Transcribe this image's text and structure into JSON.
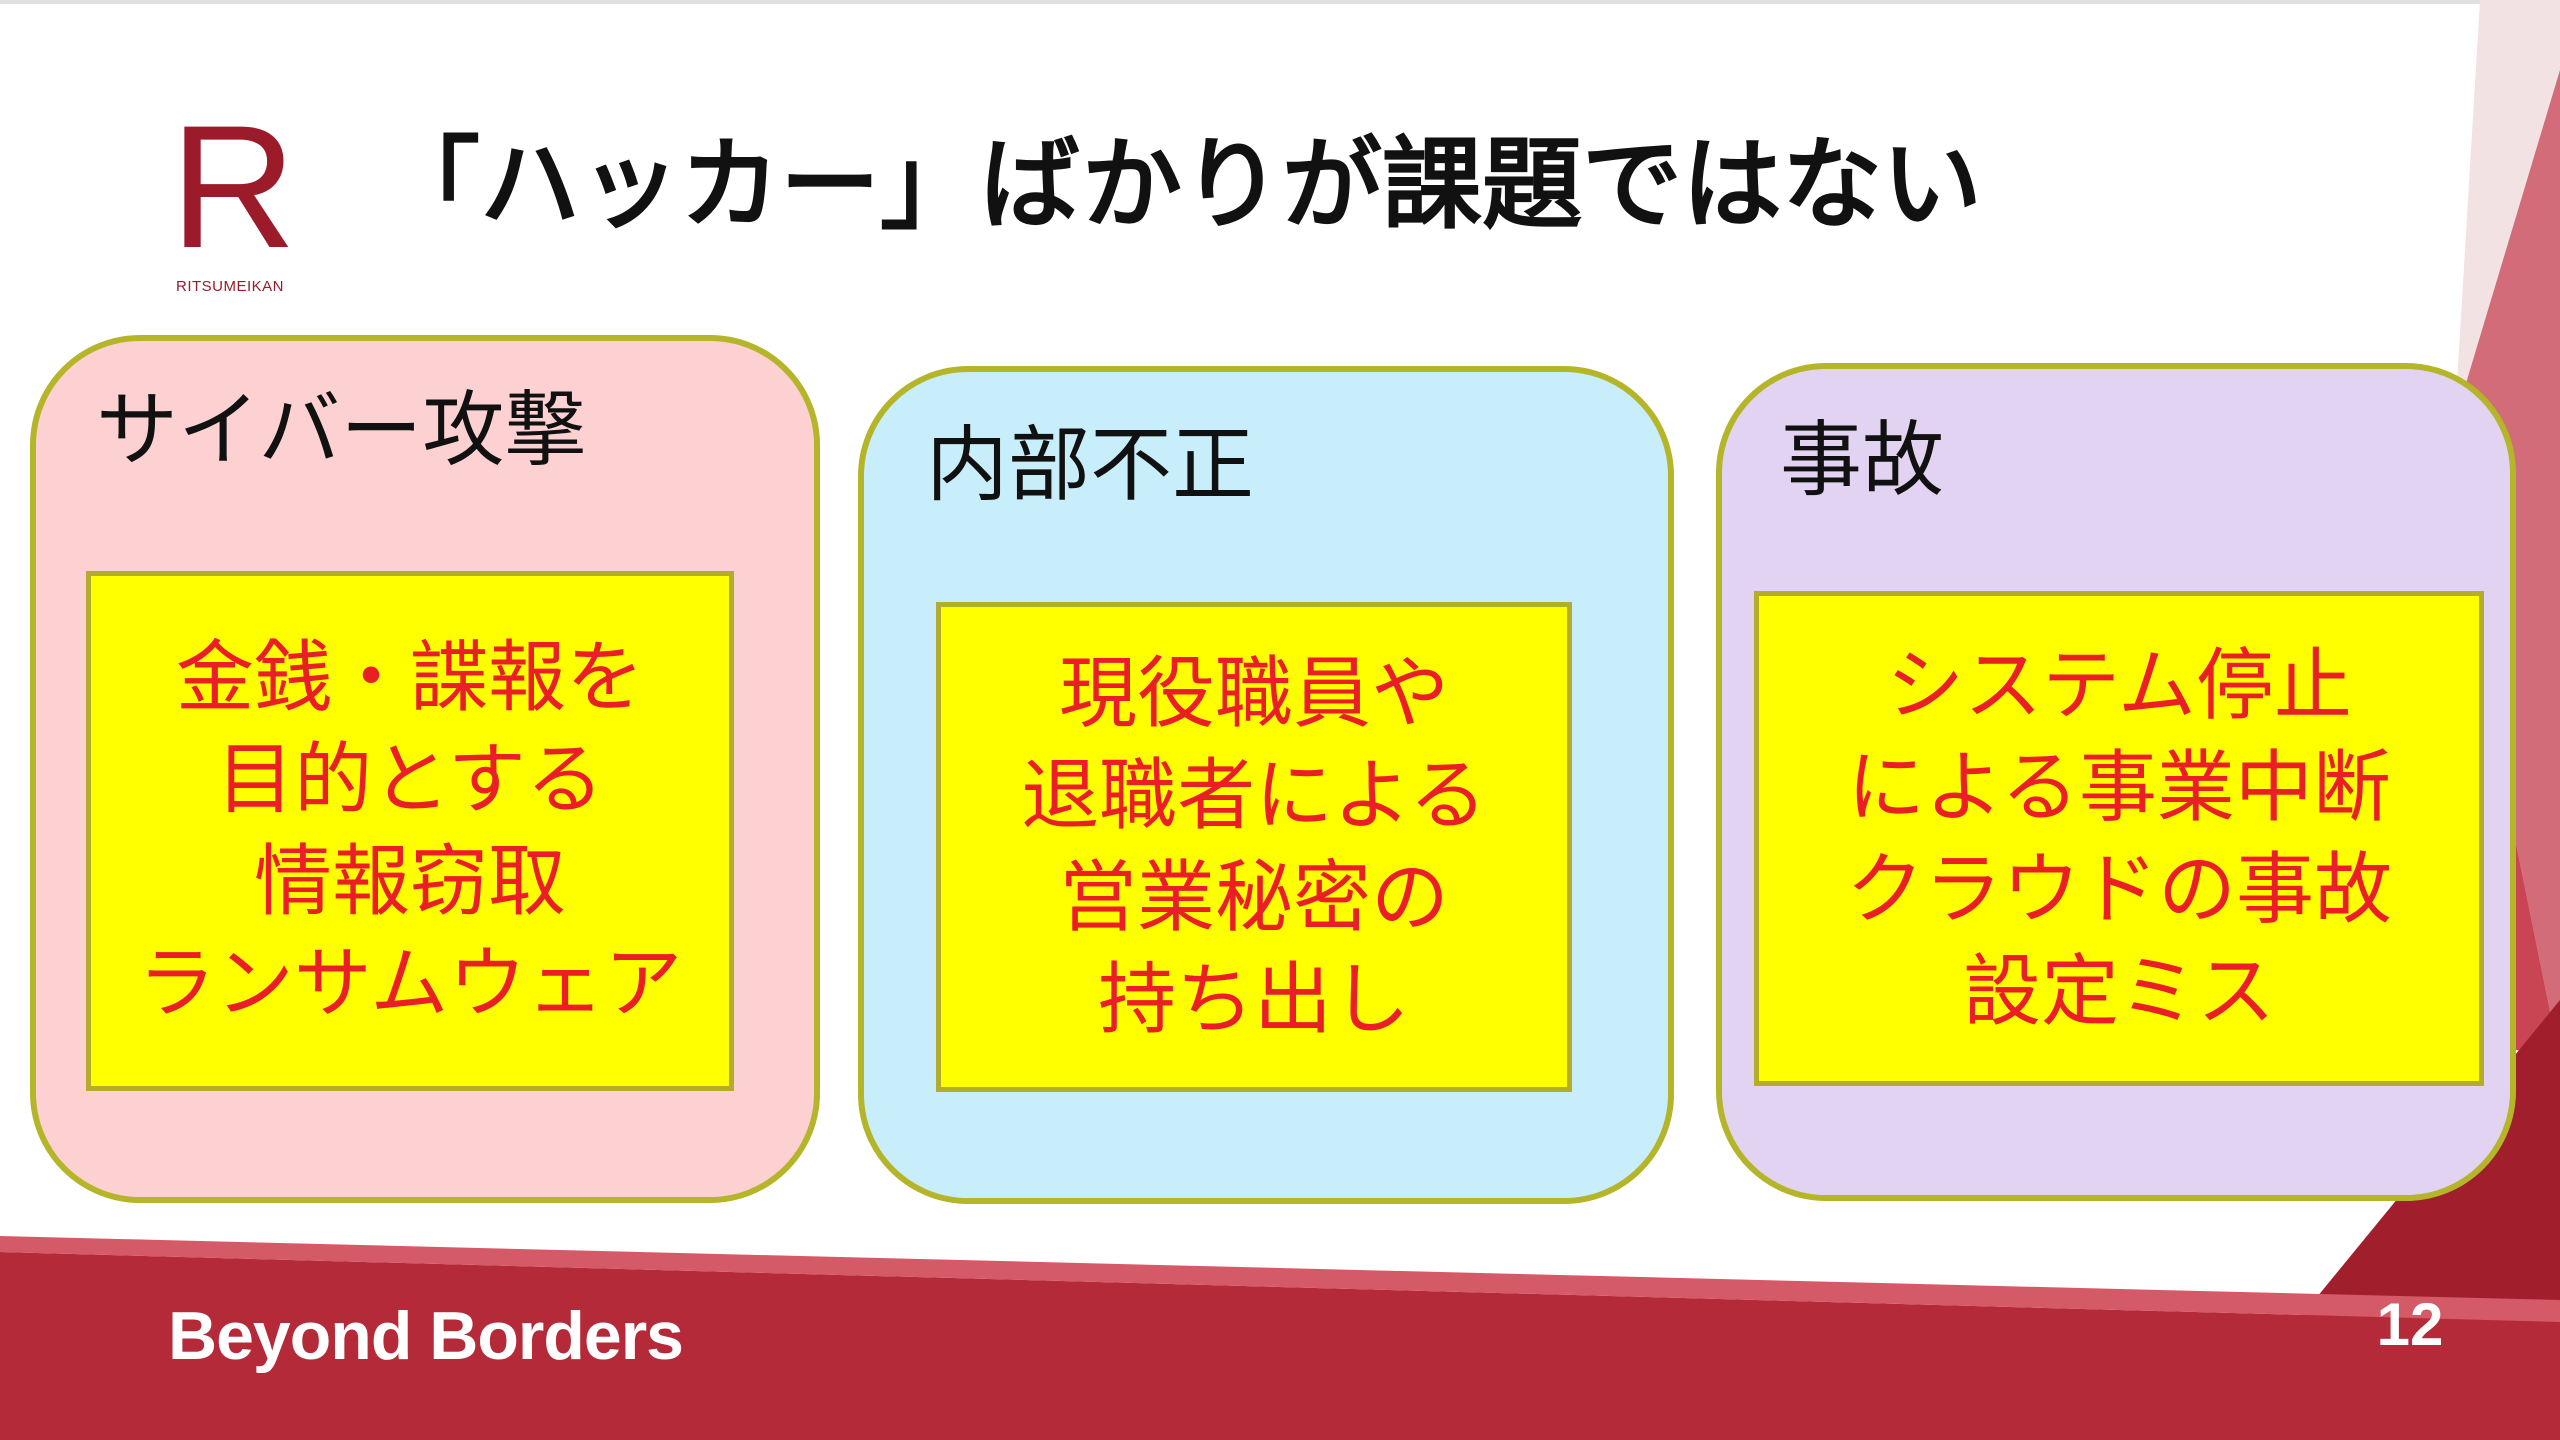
{
  "logo": {
    "mark": "R",
    "name": "RITSUMEIKAN"
  },
  "slide": {
    "title": "「ハッカー」ばかりが課題ではない"
  },
  "cards": [
    {
      "title": "サイバー攻撃",
      "bg": "#fdd0d2",
      "lines": [
        "金銭・諜報を",
        "目的とする",
        "情報窃取",
        "ランサムウェア"
      ]
    },
    {
      "title": "内部不正",
      "bg": "#c8eefb",
      "lines": [
        "現役職員や",
        "退職者による",
        "営業秘密の",
        "持ち出し"
      ]
    },
    {
      "title": "事故",
      "bg": "#e3d3f2",
      "lines": [
        "システム停止",
        "による事業中断",
        "クラウドの事故",
        "設定ミス"
      ]
    }
  ],
  "footer": {
    "tagline": "Beyond Borders",
    "page_number": "12"
  },
  "colors": {
    "accent": "#b52a38",
    "box_fill": "#ffff00",
    "box_text": "#ea1f25",
    "card_border": "#b5b52a"
  }
}
